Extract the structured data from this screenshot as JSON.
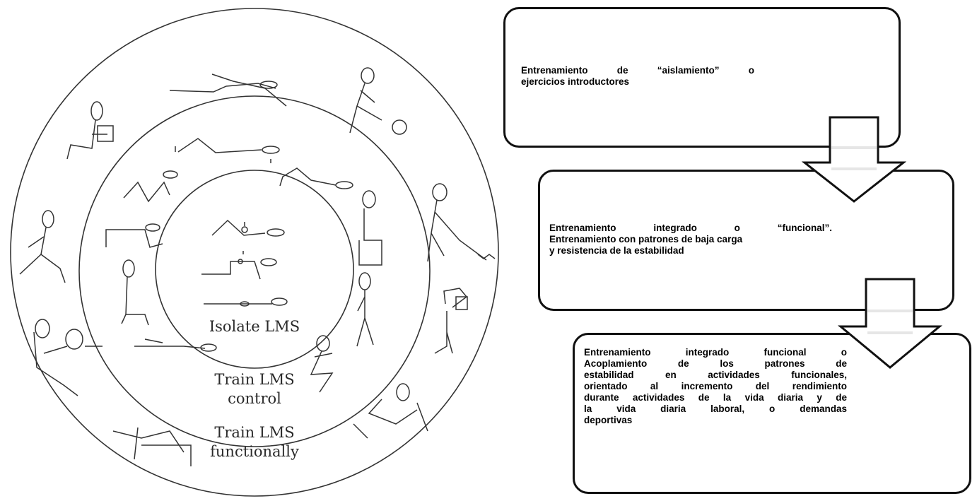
{
  "circle_diagram": {
    "inner_label": "Isolate LMS",
    "middle_label": [
      "Train LMS",
      "control"
    ],
    "outer_label": [
      "Train LMS",
      "functionally"
    ]
  },
  "flow_steps": [
    {
      "lines": [
        "Entrenamiento de “aislamiento” o",
        "ejercicios introductores"
      ]
    },
    {
      "lines": [
        "Entrenamiento integrado o “funcional”.",
        "Entrenamiento con patrones de baja carga",
        "y resistencia de la estabilidad"
      ]
    },
    {
      "lines": [
        "Entrenamiento integrado funcional o",
        "Acoplamiento de los patrones de",
        "estabilidad en actividades funcionales,",
        "orientado al incremento del rendimiento",
        "durante actividades de la vida diaria y de",
        "la vida diaria laboral, o demandas",
        "deportivas"
      ]
    }
  ],
  "colors": {
    "stroke": "#111111",
    "figure_stroke": "#333333",
    "arrow_band": "#e6e6e6"
  }
}
